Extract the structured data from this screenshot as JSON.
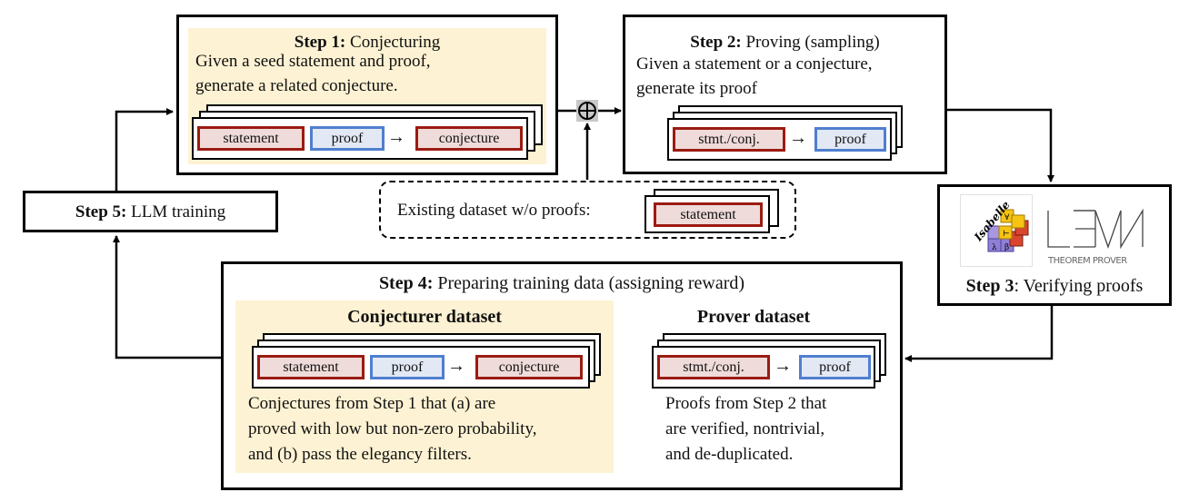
{
  "step1": {
    "bold": "Step 1:",
    "name": "Conjecturing",
    "desc_line1": "Given a seed statement and proof,",
    "desc_line2": "generate a related conjecture.",
    "pills": [
      "statement",
      "proof",
      "conjecture"
    ]
  },
  "step2": {
    "bold": "Step 2:",
    "name": "Proving (sampling)",
    "desc_line1": "Given a statement or a conjecture,",
    "desc_line2": "generate its proof",
    "pills": [
      "stmt./conj.",
      "proof"
    ]
  },
  "step3": {
    "bold": "Step 3",
    "name": ": Verifying proofs",
    "isabelle_label": "Isabelle",
    "lean_wordmark": "LEAN",
    "lean_subtitle": "THEOREM PROVER"
  },
  "step4": {
    "bold": "Step 4:",
    "name": "Preparing training data (assigning reward)",
    "conjecturer": {
      "title": "Conjecturer dataset",
      "pills": [
        "statement",
        "proof",
        "conjecture"
      ],
      "desc_line1": "Conjectures from Step 1 that (a) are",
      "desc_line2": "proved with low but non-zero probability,",
      "desc_line3": "and (b) pass the elegancy filters."
    },
    "prover": {
      "title": "Prover dataset",
      "pills": [
        "stmt./conj.",
        "proof"
      ],
      "desc_line1": "Proofs from Step 2 that",
      "desc_line2": "are verified, nontrivial,",
      "desc_line3": "and de-duplicated."
    }
  },
  "step5": {
    "bold": "Step 5:",
    "name": "LLM training"
  },
  "existing": {
    "label": "Existing dataset w/o proofs:",
    "pill": "statement"
  },
  "combine_symbol": "⊕",
  "arrow_glyph": "→",
  "colors": {
    "statement_border": "#9b1b12",
    "statement_fill": "#efdbd9",
    "proof_border": "#4f7fcf",
    "proof_fill": "#e2e8f4",
    "highlight_fill": "#fdf2d3"
  }
}
